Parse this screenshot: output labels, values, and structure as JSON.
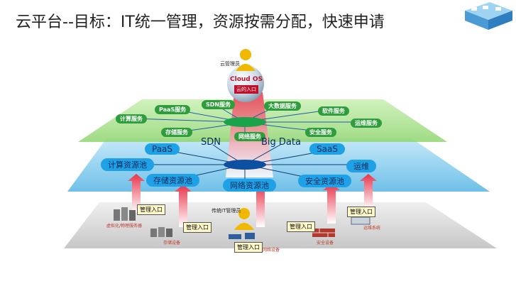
{
  "title": "云平台--目标：IT统一管理，资源按需分配，快速申请",
  "top": {
    "admin_label": "云管理员",
    "os_label": "Cloud OS",
    "os_entry": "云的入口"
  },
  "green_layer": {
    "services": [
      "PaaS服务",
      "SDN服务",
      "大数据服务",
      "软件服务",
      "计算服务",
      "运维服务",
      "存储服务",
      "网络服务",
      "安全服务"
    ]
  },
  "blue_layer": {
    "mid": [
      "PaaS",
      "SDN",
      "Big Data",
      "SaaS"
    ],
    "pools": [
      "计算资源池",
      "运维",
      "存储资源池",
      "网络资源池",
      "安全资源池"
    ]
  },
  "bottom_layer": {
    "admin_label": "传统IT管理员",
    "entry_label": "管理入口",
    "devices": [
      "虚拟化/物理服务器",
      "存储设备",
      "网络设备",
      "安全设备",
      "运维系统"
    ]
  },
  "colors": {
    "green": "#6fcf5a",
    "blue": "#6ec6ef",
    "gray": "#cfcfcf",
    "arrow_red": "#e8344a"
  }
}
